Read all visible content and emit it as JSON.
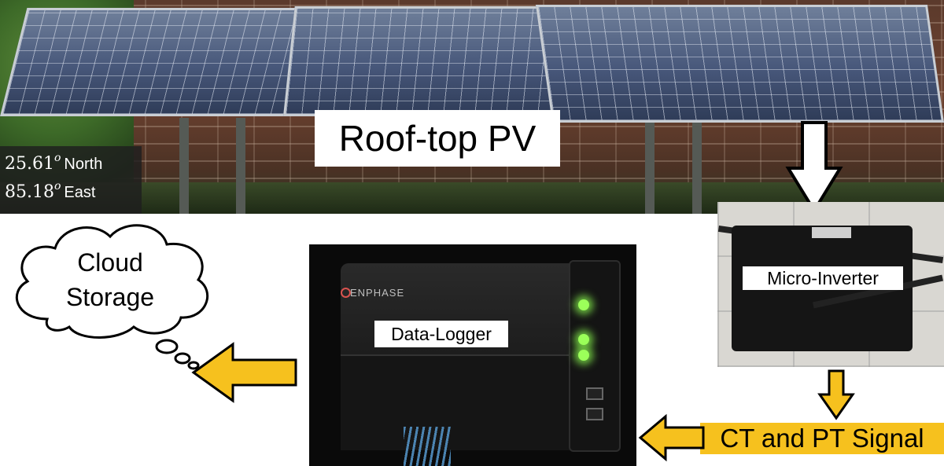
{
  "labels": {
    "rooftop_pv": "Roof-top PV",
    "micro_inverter": "Micro-Inverter",
    "data_logger": "Data-Logger",
    "cloud_line1": "Cloud",
    "cloud_line2": "Storage",
    "signal": "CT and PT Signal"
  },
  "coordinates": {
    "lat_value": "25.61",
    "lat_sup": "o",
    "lat_dir": "North",
    "lon_value": "85.18",
    "lon_sup": "o",
    "lon_dir": "East"
  },
  "device": {
    "brand": "ENPHASE"
  },
  "colors": {
    "arrow_yellow": "#f6c11e",
    "arrow_white": "#ffffff",
    "outline": "#000000"
  }
}
